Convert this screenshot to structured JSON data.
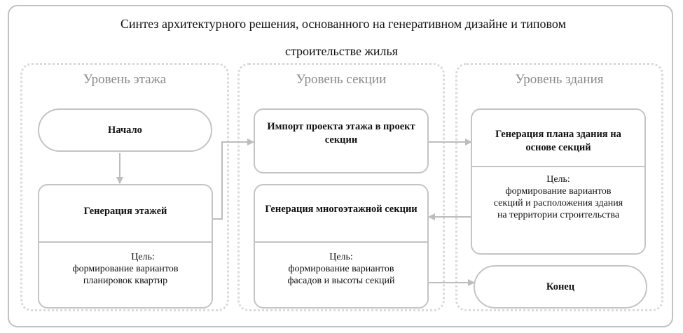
{
  "title": {
    "line1": "Синтез архитектурного решения, основанного на генеративном дизайне и типовом",
    "line2": "строительстве жилья"
  },
  "lanes": [
    {
      "label": "Уровень этажа"
    },
    {
      "label": "Уровень секции"
    },
    {
      "label": "Уровень здания"
    }
  ],
  "nodes": {
    "start": {
      "label": "Начало"
    },
    "floor_gen": {
      "label": "Генерация этажей",
      "goal_label": "Цель:",
      "goal_text": "формирование вариантов планировок квартир"
    },
    "import": {
      "label": "Импорт проекта этажа в проект секции"
    },
    "multi_section": {
      "label": "Генерация многоэтажной секции",
      "goal_label": "Цель:",
      "goal_text": "формирование вариантов фасадов и высоты секций"
    },
    "building_plan": {
      "label": "Генерация плана здания на основе секций",
      "goal_label": "Цель:",
      "goal_text": "формирование вариантов секций и расположения здания на территории строительства"
    },
    "end": {
      "label": "Конец"
    }
  },
  "edges": [
    {
      "from": "start",
      "to": "floor_gen"
    },
    {
      "from": "floor_gen",
      "to": "import"
    },
    {
      "from": "import",
      "to": "building_plan"
    },
    {
      "from": "building_plan",
      "to": "multi_section"
    },
    {
      "from": "multi_section",
      "to": "end"
    }
  ],
  "colors": {
    "border": "#c4c4c4",
    "lane_border": "#dadada",
    "lane_title": "#8a8a8a",
    "text": "#111111"
  }
}
